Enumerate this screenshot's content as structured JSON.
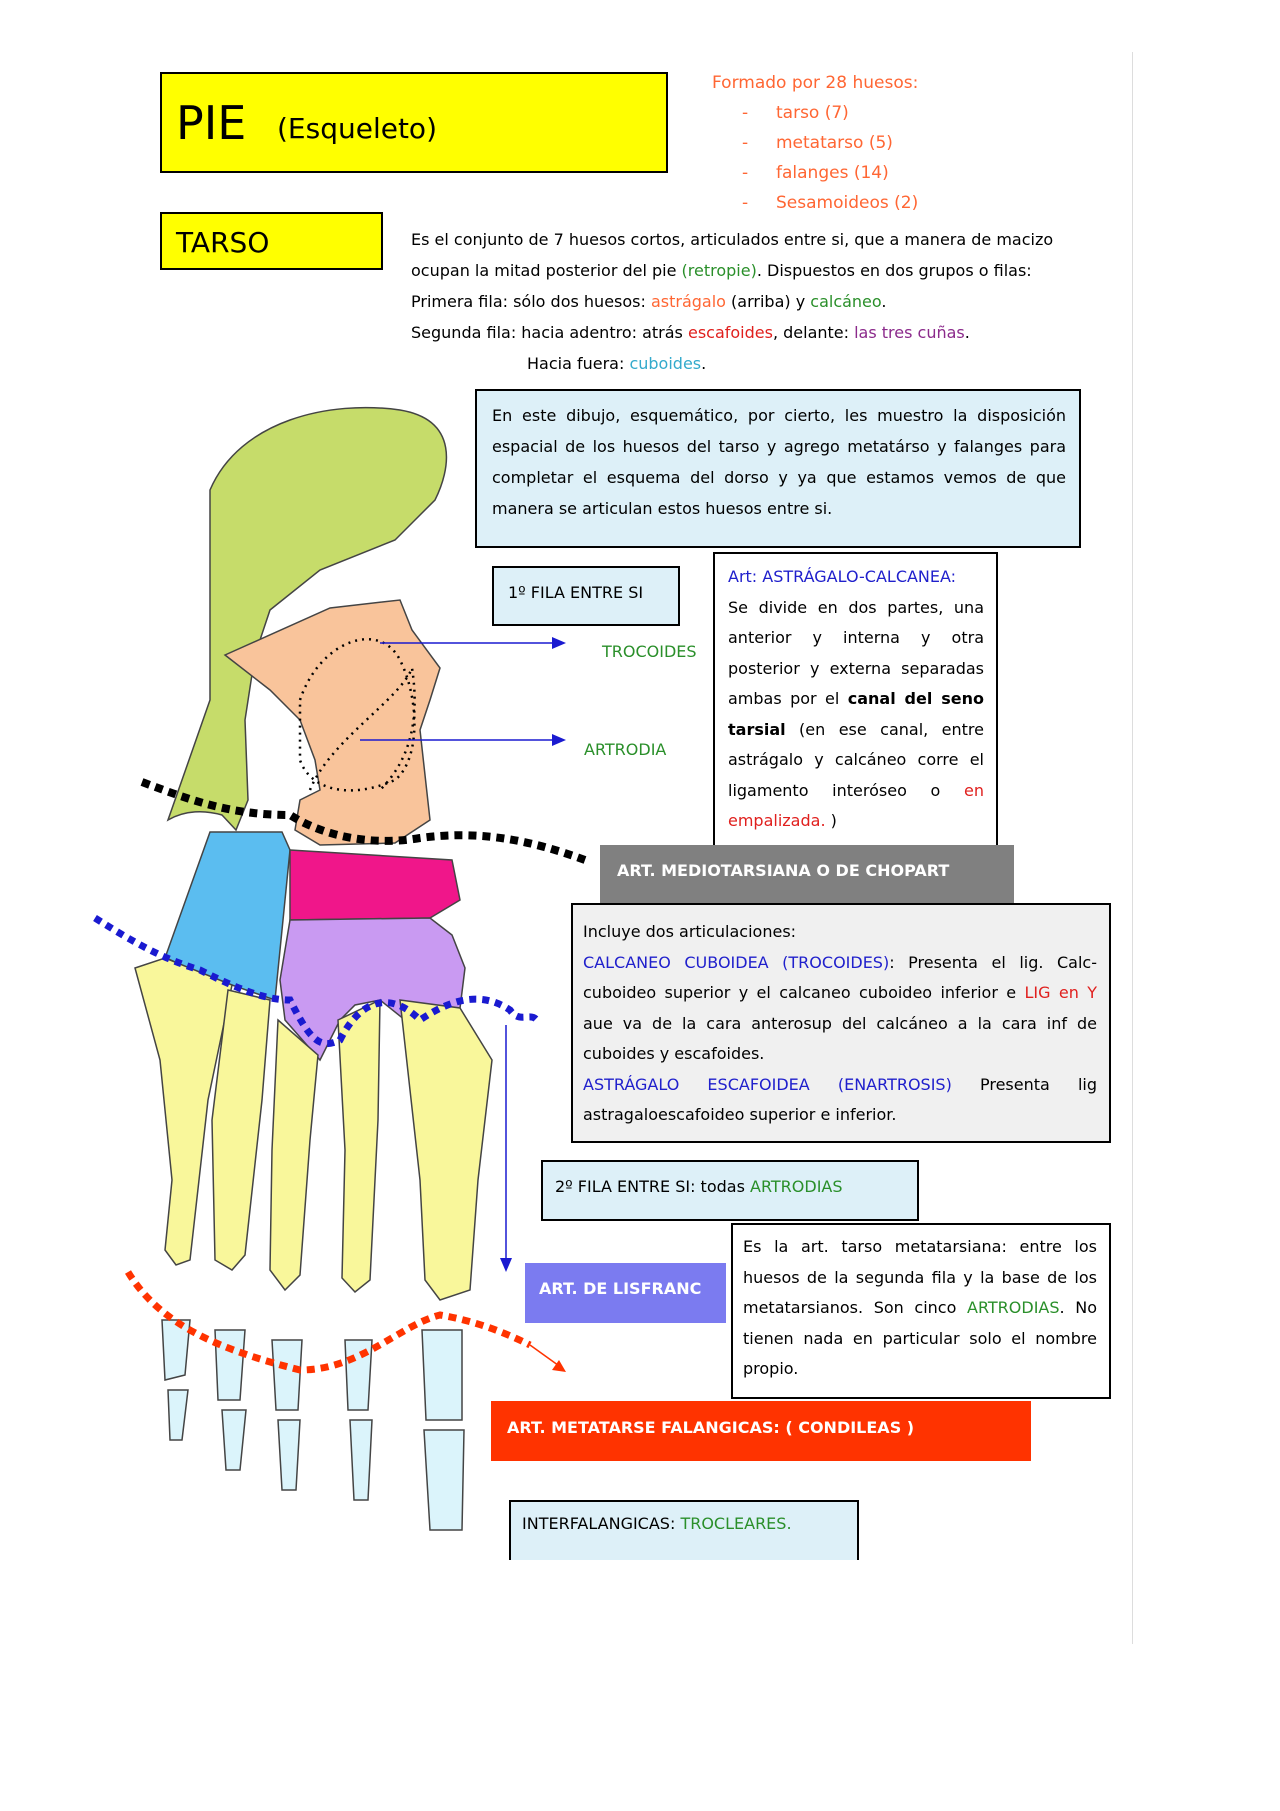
{
  "title": {
    "main": "PIE",
    "sub": "(Esqueleto)"
  },
  "formed": {
    "heading": "Formado por 28 huesos:",
    "items": [
      "tarso (7)",
      "metatarso (5)",
      "falanges (14)",
      "Sesamoideos (2)"
    ]
  },
  "tarso": {
    "label": "TARSO",
    "line1": "Es el conjunto de 7 huesos cortos, articulados entre si, que a manera de macizo",
    "line2_a": "ocupan la mitad posterior del pie ",
    "line2_b": "(retropie)",
    "line2_c": ". Dispuestos en dos grupos o filas:",
    "line3_a": "Primera fila:  sólo dos huesos: ",
    "line3_b": "astrágalo",
    "line3_c": " (arriba) y ",
    "line3_d": "calcáneo",
    "line3_e": ".",
    "line4_a": "Segunda fila:  hacia adentro: atrás ",
    "line4_b": "escafoides",
    "line4_c": ", delante: ",
    "line4_d": "las tres cuñas",
    "line4_e": ".",
    "line5_a": "Hacia fuera: ",
    "line5_b": "cuboides",
    "line5_c": "."
  },
  "intro": "En este dibujo, esquemático, por cierto, les muestro la disposición espacial de los huesos del tarso y agrego metatárso y falanges para completar el esquema del dorso y ya que estamos vemos de que manera se articulan estos huesos entre si.",
  "fila1": "1º FILA ENTRE SI",
  "labels": {
    "trocoides": "TROCOIDES",
    "artrodia": "ARTRODIA"
  },
  "astragalo": {
    "heading": "Art: ASTRÁGALO-CALCANEA:",
    "text_a": "Se divide en dos partes, una anterior y interna y otra posterior y externa separadas ambas por el ",
    "text_b": "canal del seno tarsial",
    "text_c": " (en ese canal, entre astrágalo y calcáneo corre el ligamento interóseo o ",
    "text_d": "en empalizada.",
    "text_e": " )"
  },
  "chopart": "ART. MEDIOTARSIANA O DE CHOPART",
  "incluye": {
    "intro": "Incluye dos articulaciones:",
    "calc_title": "CALCANEO CUBOIDEA (TROCOIDES)",
    "calc_text_a": ": Presenta el lig. Calc-cuboideo superior y el calcaneo cuboideo inferior e ",
    "calc_text_b": "LIG en Y",
    "calc_text_c": " aue va de la cara anterosup del calcáneo a la cara inf de cuboides y escafoides.",
    "astr_title": "ASTRÁGALO ESCAFOIDEA (ENARTROSIS)",
    "astr_text": " Presenta lig astragaloescafoideo superior e inferior."
  },
  "fila2": {
    "text": "2º FILA ENTRE SI: todas ",
    "artrodias": "ARTRODIAS"
  },
  "lisfranc": "ART. DE LISFRANC",
  "lisdesc": {
    "text_a": "Es la art. tarso metatarsiana: entre los huesos de la segunda fila y la base de los metatarsianos.  Son cinco ",
    "text_b": "ARTRODIAS",
    "text_c": ". No tienen nada en particular solo el nombre propio."
  },
  "metatarse": "ART. METATARSE FALANGICAS: ( CONDILEAS )",
  "inter": {
    "text": "INTERFALANGICAS: ",
    "trocleares": "TROCLEARES."
  },
  "colors": {
    "calcaneus": "#c6dc6a",
    "talus": "#f9c49b",
    "cuboid": "#5bbdf0",
    "navicular": "#f0168a",
    "cuneiforms": "#c99af2",
    "metatarsals": "#f9f79b",
    "phalanges": "#dbf4fb"
  }
}
